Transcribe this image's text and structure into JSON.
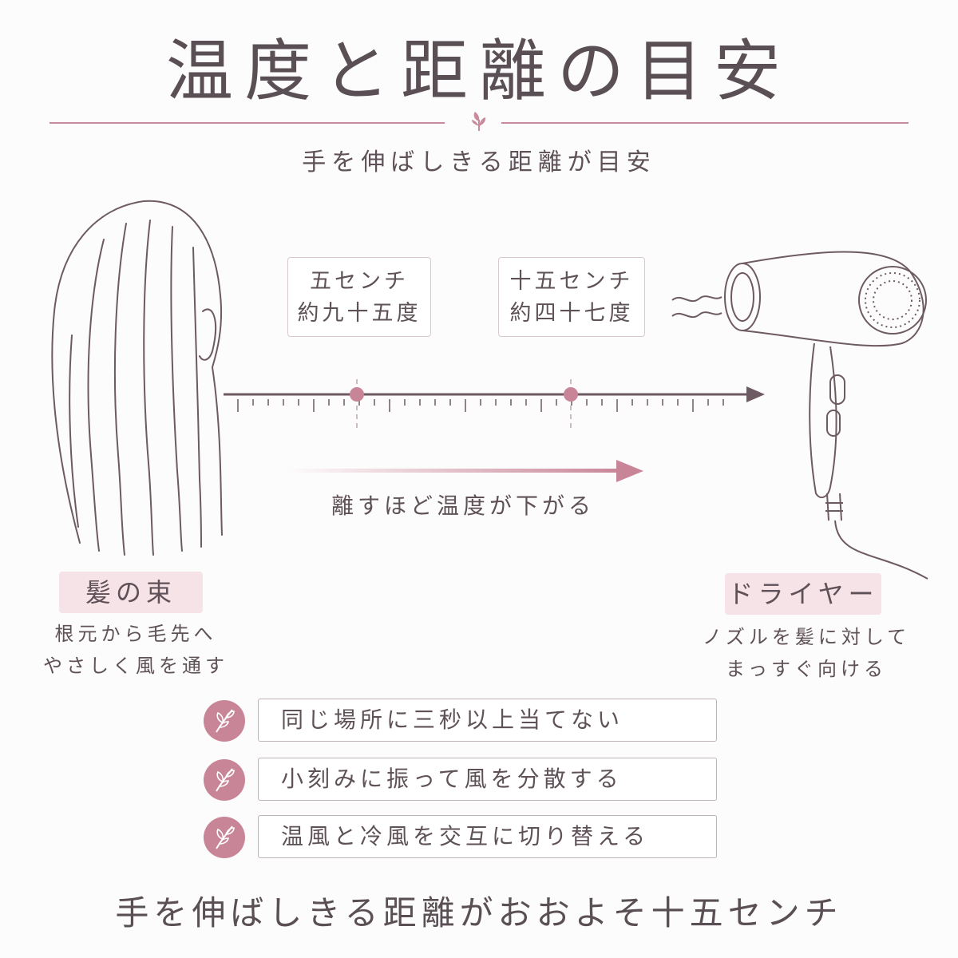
{
  "title": "温度と距離の目安",
  "subtitle": "手を伸ばしきる距離が目安",
  "markers": [
    {
      "distance": "五センチ",
      "temperature": "約九十五度"
    },
    {
      "distance": "十五センチ",
      "temperature": "約四十七度"
    }
  ],
  "direction_note": "離すほど温度が下がる",
  "hair": {
    "label": "髪の束",
    "desc_line1": "根元から毛先へ",
    "desc_line2": "やさしく風を通す"
  },
  "dryer": {
    "label": "ドライヤー",
    "desc_line1": "ノズルを髪に対して",
    "desc_line2": "まっすぐ向ける"
  },
  "tips": [
    {
      "icon": "leaf-icon",
      "text": "同じ場所に三秒以上当てない"
    },
    {
      "icon": "leaf-icon",
      "text": "小刻みに振って風を分散する"
    },
    {
      "icon": "leaf-icon",
      "text": "温風と冷風を交互に切り替える"
    }
  ],
  "footer": "手を伸ばしきる距離がおおよそ十五センチ",
  "colors": {
    "accent": "#c98598",
    "text": "#5e5157",
    "pill": "#f6e3e7",
    "line": "#c98a9d"
  }
}
